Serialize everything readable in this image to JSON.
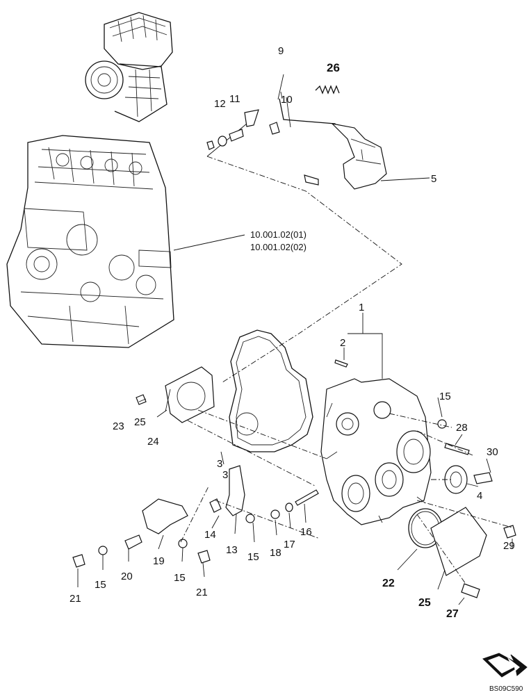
{
  "callouts": {
    "c1": "1",
    "c2": "2",
    "c3_a": "3",
    "c3_b": "3",
    "c4": "4",
    "c5": "5",
    "c9": "9",
    "c10": "10",
    "c11": "11",
    "c12": "12",
    "c13": "13",
    "c14": "14",
    "c15_a": "15",
    "c15_b": "15",
    "c15_c": "15",
    "c15_d": "15",
    "c16": "16",
    "c17": "17",
    "c18": "18",
    "c19": "19",
    "c20": "20",
    "c21_a": "21",
    "c21_b": "21",
    "c22": "22",
    "c23": "23",
    "c24": "24",
    "c25_a": "25",
    "c25_b": "25",
    "c26": "26",
    "c27": "27",
    "c28": "28",
    "c29": "29",
    "c30": "30"
  },
  "references": {
    "ref_1": "10.001.02(01)",
    "ref_2": "10.001.02(02)"
  },
  "drawing_code": "BS09C590",
  "colors": {
    "ink": "#111111",
    "paper": "#ffffff"
  },
  "icons": {
    "navigation": "next-page-arrow-icon"
  }
}
